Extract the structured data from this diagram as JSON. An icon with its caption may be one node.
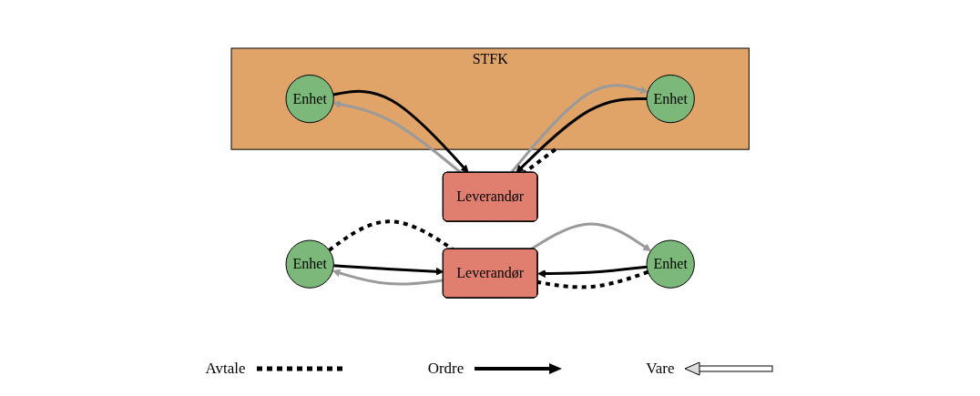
{
  "diagram": {
    "nodes": [
      {
        "text": [
          "Enhet"
        ]
      },
      {
        "text": [
          "Enhet"
        ]
      },
      {
        "text": [
          "Leverandør"
        ]
      },
      {
        "text": [
          "STFK"
        ]
      },
      {
        "text": [
          "Enhet"
        ],
        "in": 3
      },
      {
        "text": [
          "Enhet"
        ],
        "in": 3
      },
      {
        "text": [
          "Leverandør"
        ]
      }
    ],
    "edges": [
      {
        "from": 0,
        "to": 2,
        "arrow": "none",
        "style": "dashed"
      },
      {
        "from": 2,
        "to": 0,
        "arrow": "to",
        "color": "#9a9a9a"
      },
      {
        "from": 0,
        "to": 2,
        "arrow": "to"
      },
      {
        "from": 1,
        "to": 2,
        "arrow": "to"
      },
      {
        "from": 2,
        "to": 1,
        "arrow": "to",
        "color": "#9a9a9a"
      },
      {
        "from": 1,
        "to": 2,
        "arrow": "none",
        "style": "dashed"
      },
      {
        "from": 6,
        "to": 4,
        "arrow": "to",
        "color": "#9a9a9a"
      },
      {
        "from": 4,
        "to": 6,
        "arrow": "to"
      },
      {
        "from": 3,
        "to": 6,
        "arrow": "none",
        "style": "dashed"
      },
      {
        "from": 6,
        "to": 5,
        "arrow": "to",
        "color": "#9a9a9a"
      },
      {
        "from": 5,
        "to": 6,
        "arrow": "to"
      }
    ],
    "legend": [
      {
        "text": "Avtale"
      },
      {
        "text": "Ordre"
      },
      {
        "text": "Vare"
      }
    ]
  }
}
